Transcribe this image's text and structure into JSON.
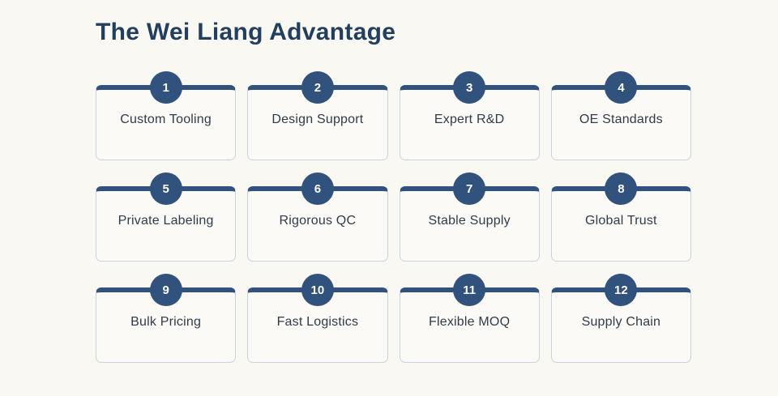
{
  "page": {
    "title": "The Wei Liang Advantage"
  },
  "colors": {
    "background": "#faf8f3",
    "navy": "#32527e",
    "card_border": "#c9d2de",
    "card_background": "#fbfaf7",
    "title_text": "#233f5e",
    "label_text": "#303b49",
    "badge_text": "#ffffff"
  },
  "cards": [
    {
      "number": "1",
      "label": "Custom Tooling"
    },
    {
      "number": "2",
      "label": "Design Support"
    },
    {
      "number": "3",
      "label": "Expert R&D"
    },
    {
      "number": "4",
      "label": "OE Standards"
    },
    {
      "number": "5",
      "label": "Private Labeling"
    },
    {
      "number": "6",
      "label": "Rigorous QC"
    },
    {
      "number": "7",
      "label": "Stable Supply"
    },
    {
      "number": "8",
      "label": "Global Trust"
    },
    {
      "number": "9",
      "label": "Bulk Pricing"
    },
    {
      "number": "10",
      "label": "Fast Logistics"
    },
    {
      "number": "11",
      "label": "Flexible MOQ"
    },
    {
      "number": "12",
      "label": "Supply Chain"
    }
  ]
}
